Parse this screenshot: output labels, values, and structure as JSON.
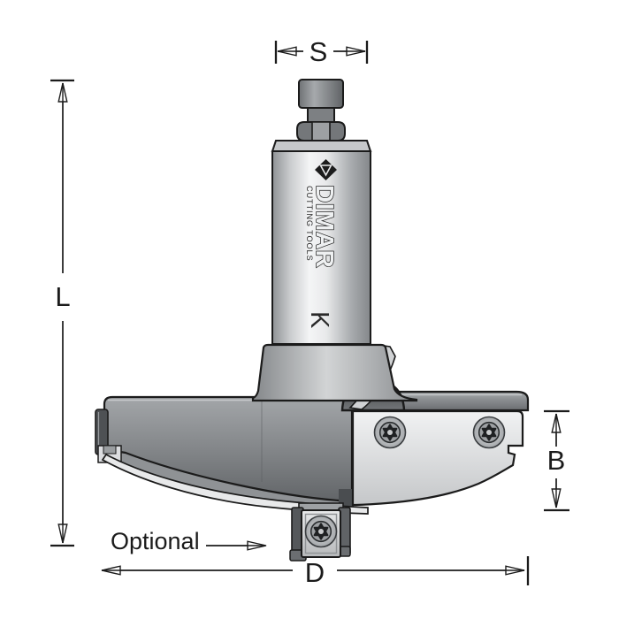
{
  "diagram": {
    "labels": {
      "shank_width": "S",
      "overall_length": "L",
      "body_height": "B",
      "diameter": "D",
      "optional_note": "Optional"
    },
    "branding": {
      "brand_name": "DIMAR",
      "brand_tagline": "CUTTING TOOLS",
      "shank_letter": "K"
    },
    "colors": {
      "outline": "#1b1b1b",
      "background": "#ffffff",
      "steel_light": "#f2f3f4",
      "steel_mid": "#9a9da0",
      "steel_dark": "#55585b"
    }
  }
}
